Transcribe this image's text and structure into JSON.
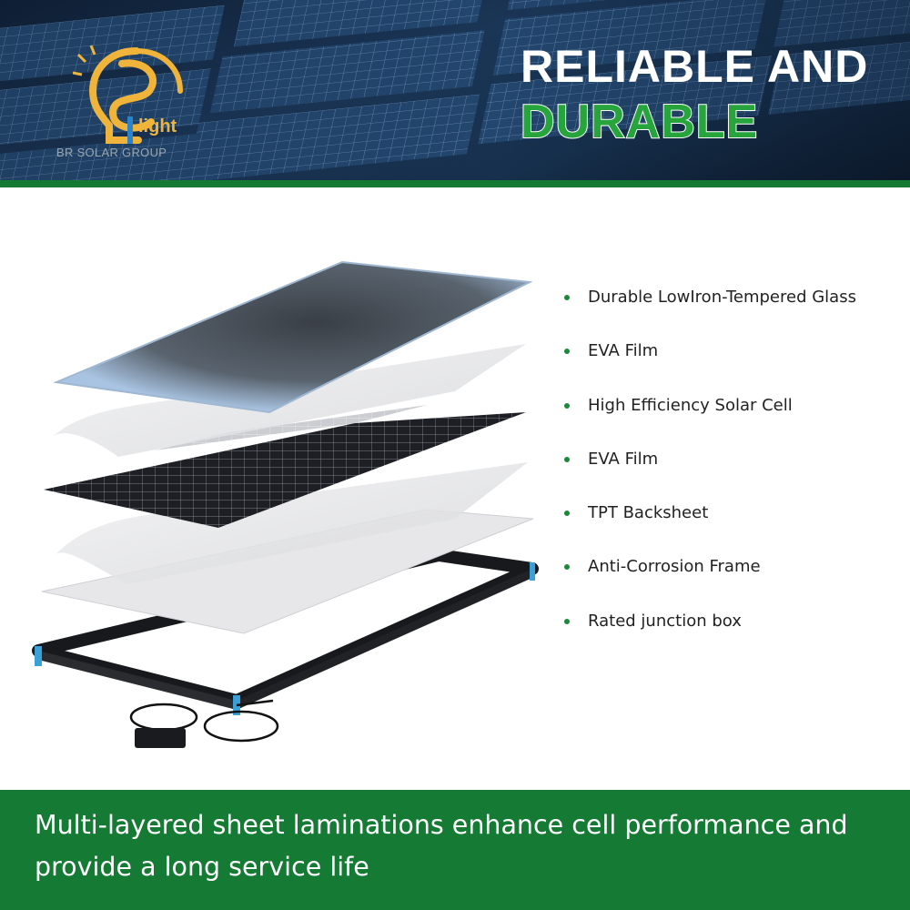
{
  "header": {
    "brand_name": "BR SOLAR GROUP",
    "brand_word": "light",
    "title_line1": "RELIABLE AND",
    "title_line2": "DURABLE",
    "accent_green": "#27a43c"
  },
  "layers": [
    {
      "label": "Durable LowIron-Tempered Glass"
    },
    {
      "label": "EVA Film"
    },
    {
      "label": "High Efficiency Solar Cell"
    },
    {
      "label": "EVA Film"
    },
    {
      "label": "TPT Backsheet"
    },
    {
      "label": "Anti-Corrosion Frame"
    },
    {
      "label": "Rated junction box"
    }
  ],
  "footer": {
    "text": "Multi-layered sheet laminations enhance cell performance and provide a long service life",
    "background": "#157a33"
  },
  "icons": [
    "bulb-logo-icon",
    "bullet-dot-icon"
  ]
}
